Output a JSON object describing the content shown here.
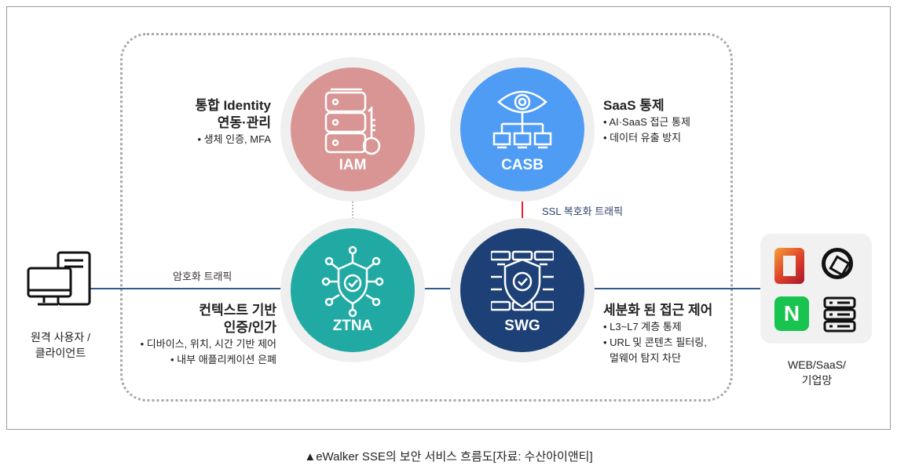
{
  "nodes": {
    "iam": {
      "label": "IAM",
      "color": "#d99594",
      "title_lines": [
        "통합 Identity",
        "연동·관리"
      ],
      "bullets": [
        "• 생체 인증, MFA"
      ]
    },
    "casb": {
      "label": "CASB",
      "color": "#4f9cf5",
      "title_lines": [
        "SaaS 통제"
      ],
      "bullets": [
        "• AI·SaaS 접근 통제",
        "• 데이터 유출 방지"
      ]
    },
    "ztna": {
      "label": "ZTNA",
      "color": "#21aaa4",
      "title_lines": [
        "컨텍스트 기반",
        "인증/인가"
      ],
      "bullets": [
        "• 디바이스, 위치, 시간 기반 제어",
        "• 내부 애플리케이션 은폐"
      ]
    },
    "swg": {
      "label": "SWG",
      "color": "#1d4177",
      "title_lines": [
        "세분화 된 접근 제어"
      ],
      "bullets": [
        "• L3~L7 계층 통제",
        "• URL 및 콘텐츠 필터링,",
        "멀웨어 탐지 차단"
      ]
    }
  },
  "edges": {
    "encrypted": "암호화 트래픽",
    "ssl_decrypted": "SSL 복호화 트래픽"
  },
  "endpoints": {
    "client_lines": [
      "원격 사용자 /",
      "클라이언트"
    ],
    "destination_lines": [
      "WEB/SaaS/",
      "기업망"
    ]
  },
  "caption": "▲eWalker SSE의 보안 서비스 흐름도[자료: 수산아이앤티]"
}
